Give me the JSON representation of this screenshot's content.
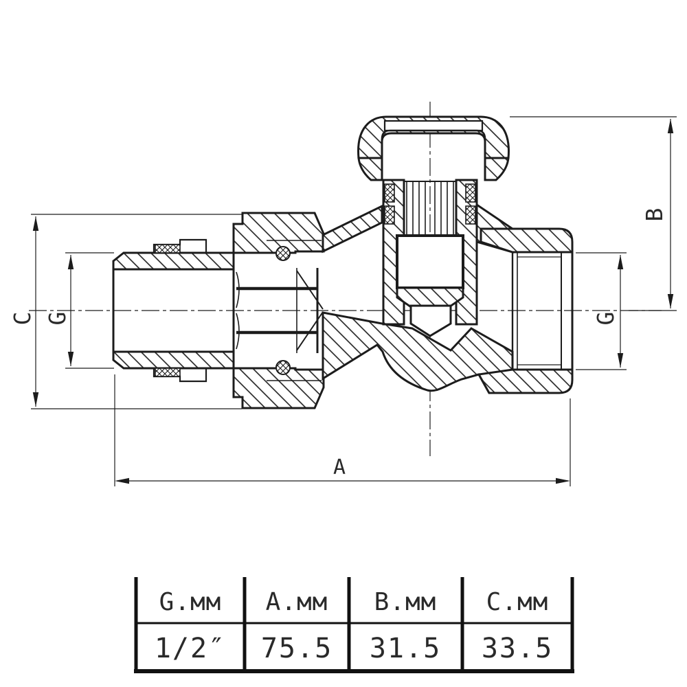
{
  "drawing": {
    "title": "radiator-valve cross-section drawing",
    "dimensions": {
      "C": "C",
      "G_left": "G",
      "B": "B",
      "G_right": "G",
      "A": "A"
    }
  },
  "table": {
    "columns": [
      {
        "header": "G.мм",
        "value": "1/2″"
      },
      {
        "header": "A.мм",
        "value": "75.5"
      },
      {
        "header": "B.мм",
        "value": "31.5"
      },
      {
        "header": "C.мм",
        "value": "33.5"
      }
    ]
  },
  "colors": {
    "line": "#1c1c1c",
    "background": "#ffffff",
    "text": "#2a2a2a"
  }
}
